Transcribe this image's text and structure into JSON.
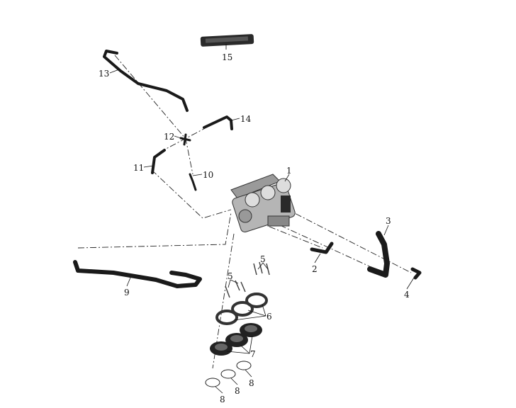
{
  "diagram": {
    "callouts": {
      "c1": "1",
      "c2": "2",
      "c3": "3",
      "c4": "4",
      "c5a": "5",
      "c5b": "5",
      "c6": "6",
      "c7": "7",
      "c8a": "8",
      "c8b": "8",
      "c8c": "8",
      "c9": "9",
      "c10": "10",
      "c11": "11",
      "c12": "12",
      "c13": "13",
      "c14": "14",
      "c15": "15"
    }
  }
}
